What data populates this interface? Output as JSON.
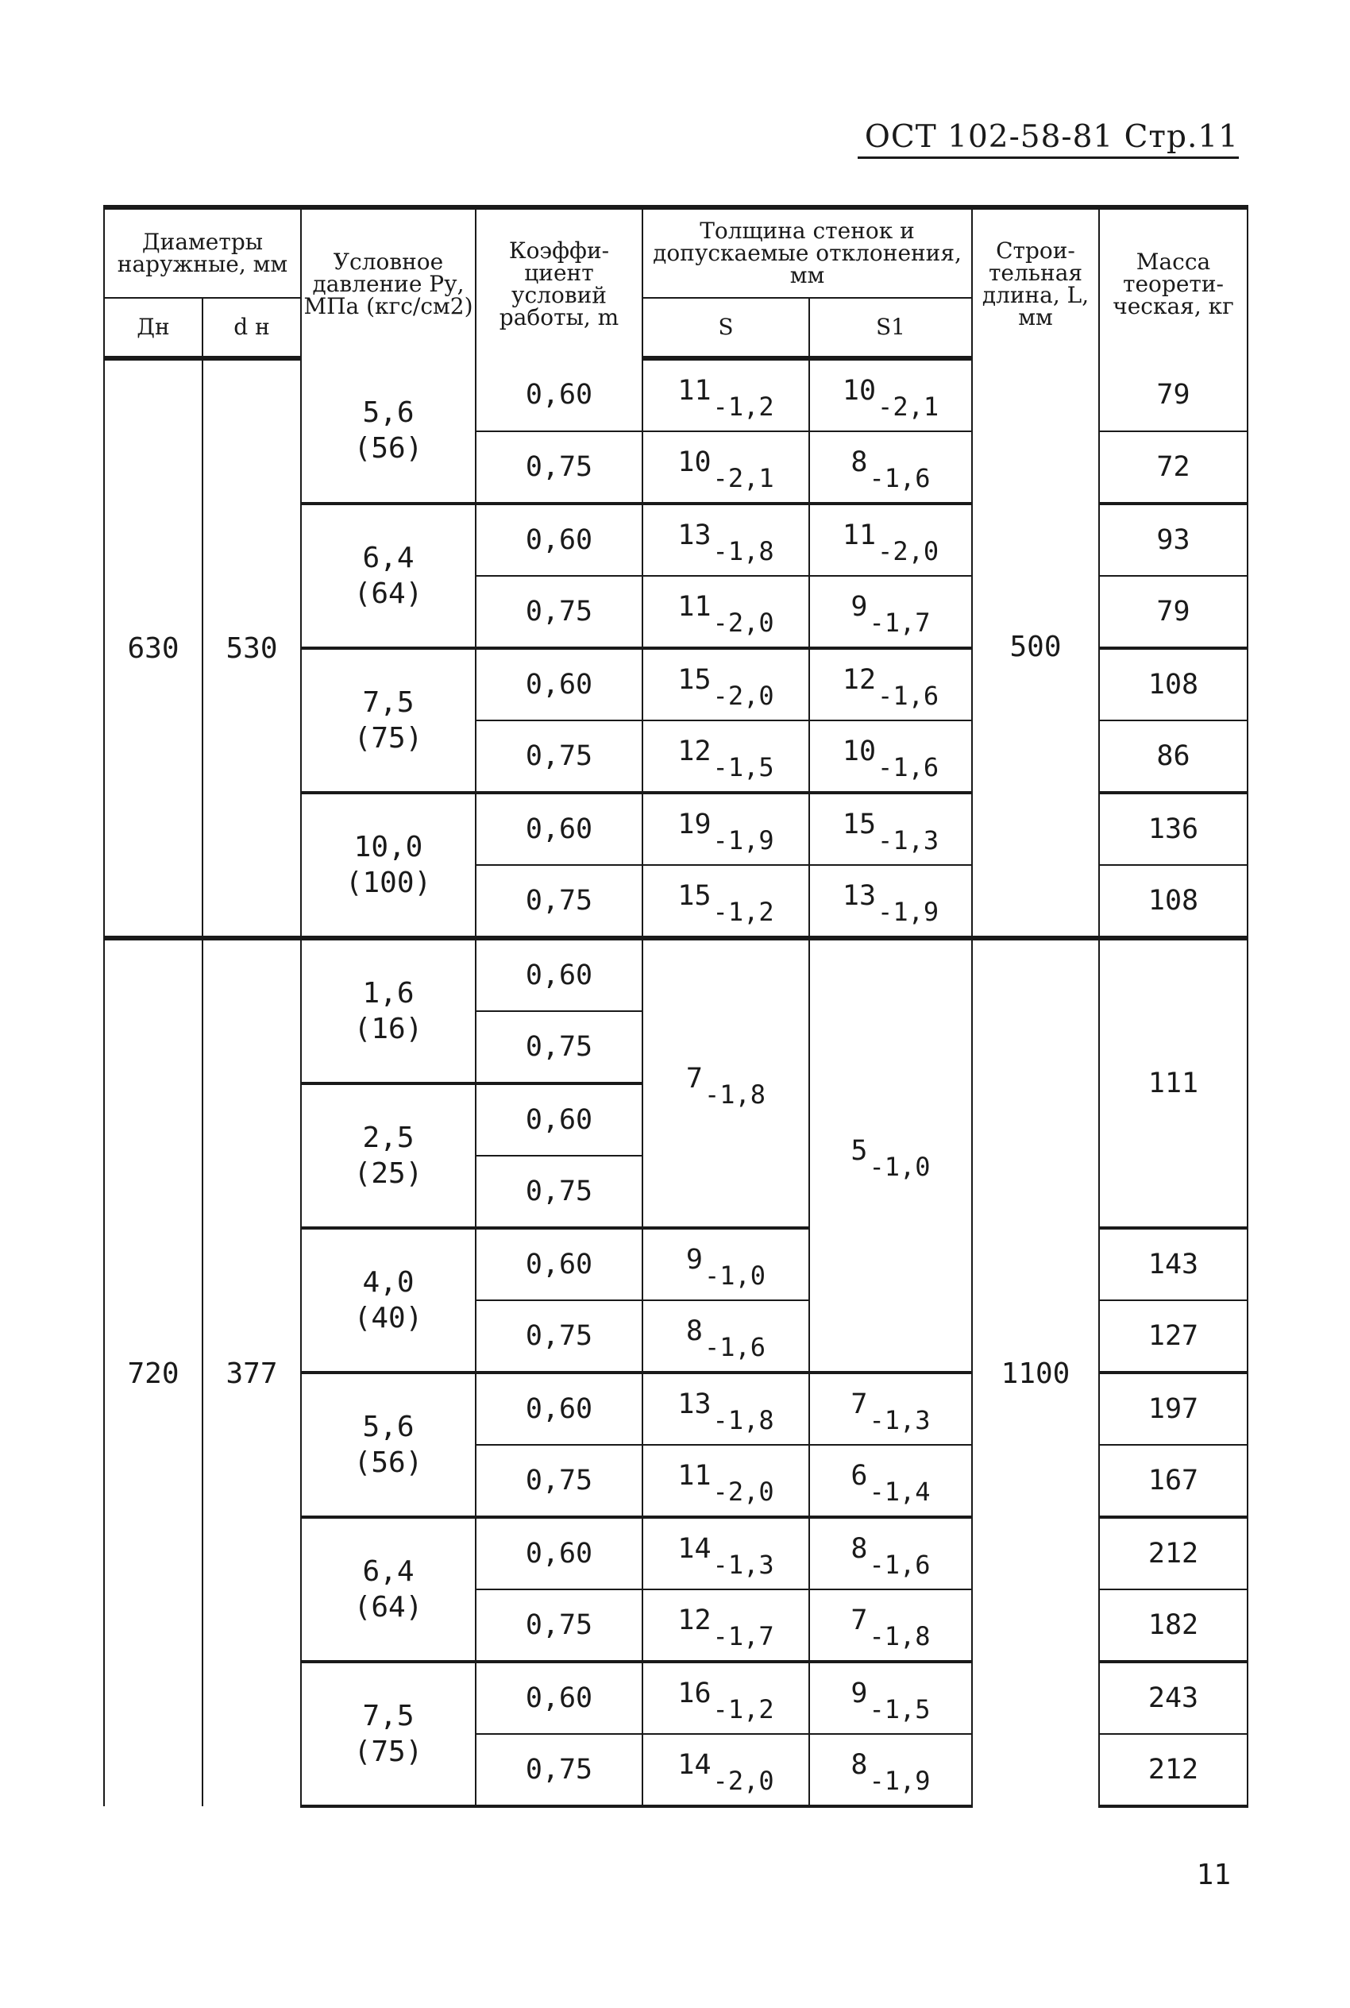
{
  "header": {
    "doc_ref": "ОСТ 102-58-81 Стр.11"
  },
  "table": {
    "head": {
      "diameters": "Диаметры наружные, мм",
      "dn_outer": "Дн",
      "dn_inner": "d н",
      "pressure": "Условное давление Pу, МПа (кгс/см2)",
      "coef": "Коэффи- циент условий работы, m",
      "thickness": "Толщина стенок и допускаемые отклонения, мм",
      "s": "S",
      "s1": "S1",
      "length": "Строи- тельная длина, L, мм",
      "mass": "Масса теорети- ческая, кг"
    },
    "groups": [
      {
        "outer": "630",
        "inner": "530",
        "length": "500",
        "blocks": [
          {
            "pressure": [
              "5,6",
              "(56)"
            ],
            "rows": [
              {
                "coef": "0,60",
                "s": [
                  "11",
                  "-1,2"
                ],
                "s1": [
                  "10",
                  "-2,1"
                ],
                "mass": "79"
              },
              {
                "coef": "0,75",
                "s": [
                  "10",
                  "-2,1"
                ],
                "s1": [
                  "8",
                  "-1,6"
                ],
                "mass": "72"
              }
            ]
          },
          {
            "pressure": [
              "6,4",
              "(64)"
            ],
            "rows": [
              {
                "coef": "0,60",
                "s": [
                  "13",
                  "-1,8"
                ],
                "s1": [
                  "11",
                  "-2,0"
                ],
                "mass": "93"
              },
              {
                "coef": "0,75",
                "s": [
                  "11",
                  "-2,0"
                ],
                "s1": [
                  "9",
                  "-1,7"
                ],
                "mass": "79"
              }
            ]
          },
          {
            "pressure": [
              "7,5",
              "(75)"
            ],
            "rows": [
              {
                "coef": "0,60",
                "s": [
                  "15",
                  "-2,0"
                ],
                "s1": [
                  "12",
                  "-1,6"
                ],
                "mass": "108"
              },
              {
                "coef": "0,75",
                "s": [
                  "12",
                  "-1,5"
                ],
                "s1": [
                  "10",
                  "-1,6"
                ],
                "mass": "86"
              }
            ]
          },
          {
            "pressure": [
              "10,0",
              "(100)"
            ],
            "rows": [
              {
                "coef": "0,60",
                "s": [
                  "19",
                  "-1,9"
                ],
                "s1": [
                  "15",
                  "-1,3"
                ],
                "mass": "136"
              },
              {
                "coef": "0,75",
                "s": [
                  "15",
                  "-1,2"
                ],
                "s1": [
                  "13",
                  "-1,9"
                ],
                "mass": "108"
              }
            ]
          }
        ]
      },
      {
        "outer": "720",
        "inner": "377",
        "length": "1100",
        "merged": {
          "pressures": [
            [
              "1,6",
              "(16)"
            ],
            [
              "2,5",
              "(25)"
            ]
          ],
          "coefs": [
            "0,60",
            "0,75",
            "0,60",
            "0,75"
          ],
          "s": [
            "7",
            "-1,8"
          ],
          "s1": [
            "5",
            "-1,0"
          ],
          "mass": "111"
        },
        "block40": {
          "pressure": [
            "4,0",
            "(40)"
          ],
          "rows": [
            {
              "coef": "0,60",
              "s": [
                "9",
                "-1,0"
              ],
              "mass": "143"
            },
            {
              "coef": "0,75",
              "s": [
                "8",
                "-1,6"
              ],
              "mass": "127"
            }
          ]
        },
        "blocks": [
          {
            "pressure": [
              "5,6",
              "(56)"
            ],
            "rows": [
              {
                "coef": "0,60",
                "s": [
                  "13",
                  "-1,8"
                ],
                "s1": [
                  "7",
                  "-1,3"
                ],
                "mass": "197"
              },
              {
                "coef": "0,75",
                "s": [
                  "11",
                  "-2,0"
                ],
                "s1": [
                  "6",
                  "-1,4"
                ],
                "mass": "167"
              }
            ]
          },
          {
            "pressure": [
              "6,4",
              "(64)"
            ],
            "rows": [
              {
                "coef": "0,60",
                "s": [
                  "14",
                  "-1,3"
                ],
                "s1": [
                  "8",
                  "-1,6"
                ],
                "mass": "212"
              },
              {
                "coef": "0,75",
                "s": [
                  "12",
                  "-1,7"
                ],
                "s1": [
                  "7",
                  "-1,8"
                ],
                "mass": "182"
              }
            ]
          },
          {
            "pressure": [
              "7,5",
              "(75)"
            ],
            "rows": [
              {
                "coef": "0,60",
                "s": [
                  "16",
                  "-1,2"
                ],
                "s1": [
                  "9",
                  "-1,5"
                ],
                "mass": "243"
              },
              {
                "coef": "0,75",
                "s": [
                  "14",
                  "-2,0"
                ],
                "s1": [
                  "8",
                  "-1,9"
                ],
                "mass": "212"
              }
            ]
          }
        ]
      }
    ]
  },
  "footer": {
    "page_number": "11"
  }
}
